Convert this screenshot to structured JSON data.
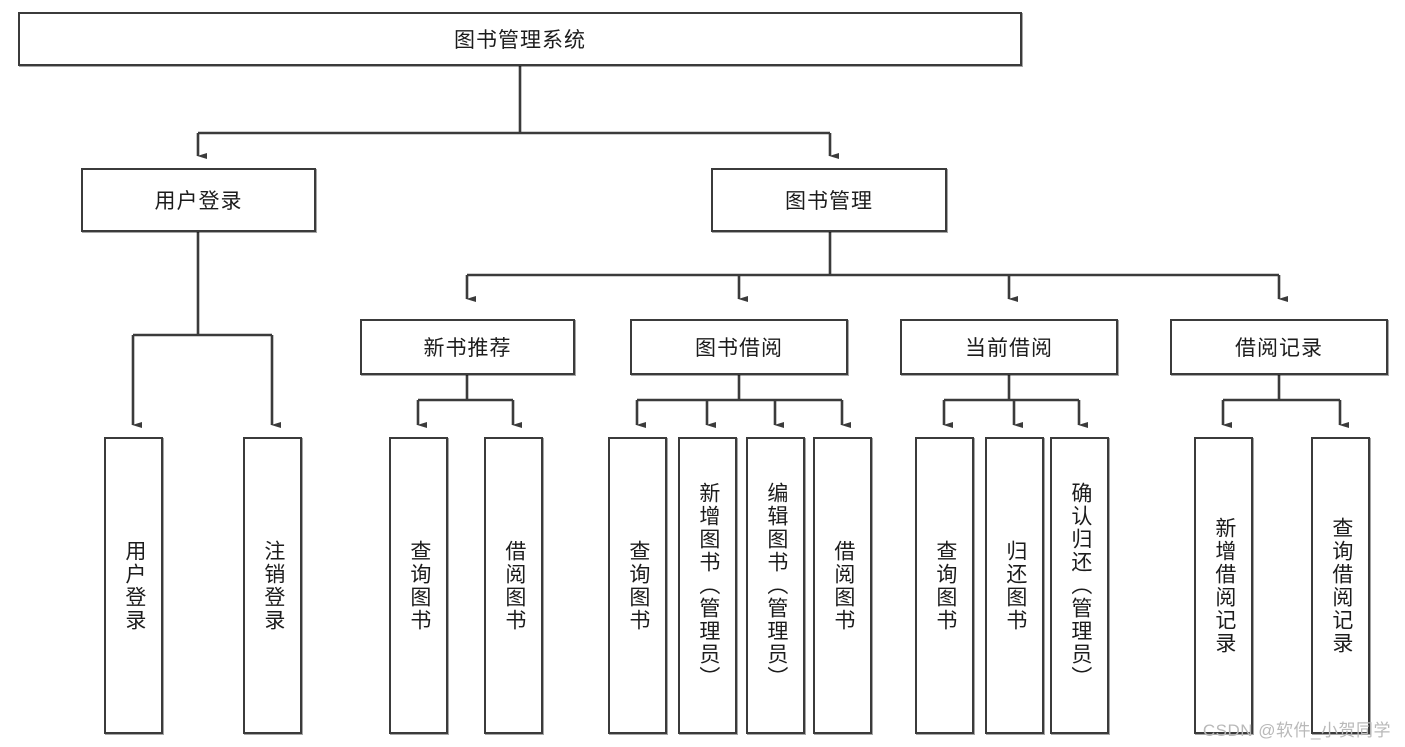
{
  "diagram": {
    "title": "图书管理系统",
    "type": "tree-hierarchy-diagram",
    "root": {
      "label": "图书管理系统"
    },
    "level2": [
      {
        "label": "用户登录"
      },
      {
        "label": "图书管理"
      }
    ],
    "level3": [
      {
        "label": "新书推荐"
      },
      {
        "label": "图书借阅"
      },
      {
        "label": "当前借阅"
      },
      {
        "label": "借阅记录"
      }
    ],
    "leaves": {
      "user_login": [
        {
          "label": "用户登录"
        },
        {
          "label": "注销登录"
        }
      ],
      "new_book_recommend": [
        {
          "label": "查询图书"
        },
        {
          "label": "借阅图书"
        }
      ],
      "book_borrow": [
        {
          "label": "查询图书"
        },
        {
          "label": "新增图书（管理员）"
        },
        {
          "label": "编辑图书（管理员）"
        },
        {
          "label": "借阅图书"
        }
      ],
      "current_borrow": [
        {
          "label": "查询图书"
        },
        {
          "label": "归还图书"
        },
        {
          "label": "确认归还（管理员）"
        }
      ],
      "borrow_record": [
        {
          "label": "新增借阅记录"
        },
        {
          "label": "查询借阅记录"
        }
      ]
    },
    "watermark": "CSDN @软件_小贺同学",
    "colors": {
      "stroke": "#3b3b3b",
      "fill": "#ffffff",
      "text": "#1c1c1c",
      "watermark": "#b9b9b9"
    }
  }
}
